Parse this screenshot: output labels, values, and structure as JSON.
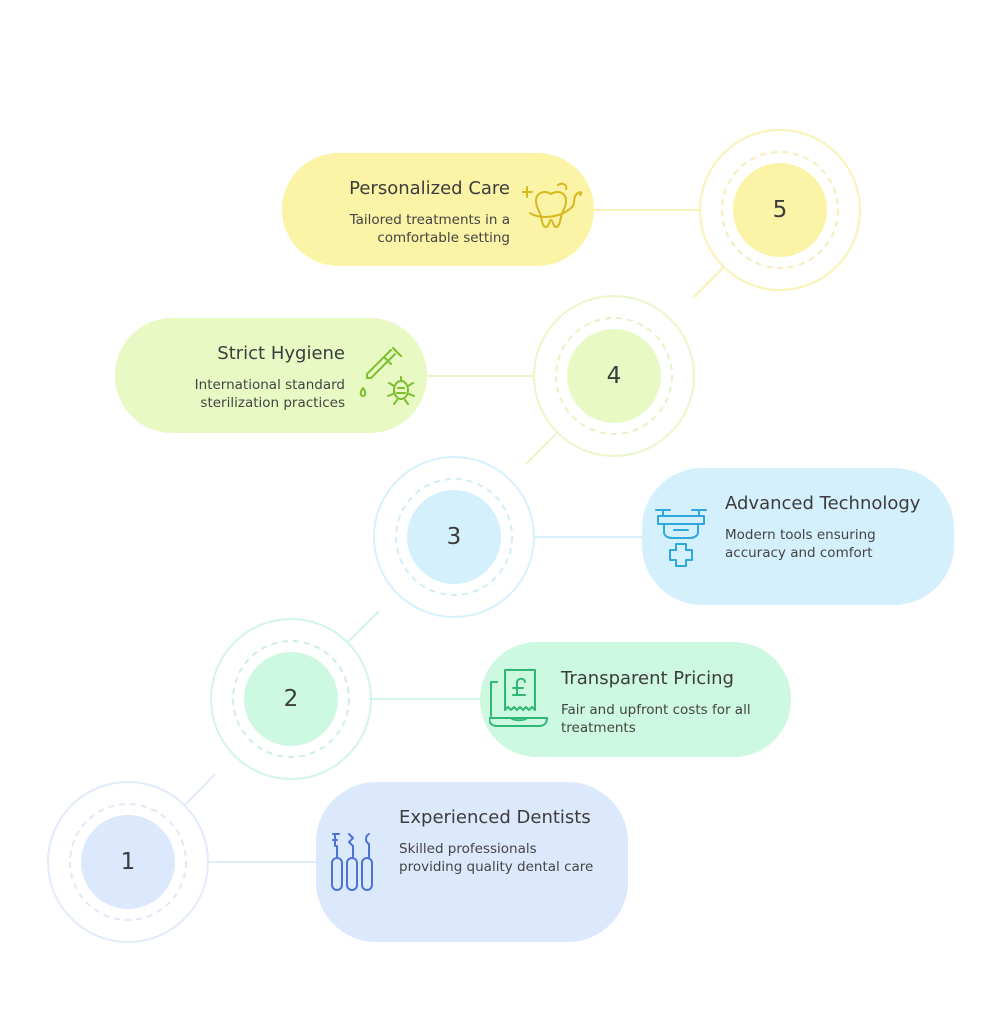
{
  "steps": [
    {
      "number": "1",
      "title": "Experienced Dentists",
      "description": "Skilled professionals providing quality dental care",
      "icon": "dental-tools-icon",
      "color": "#dce8fc",
      "stroke": "#4b74d6"
    },
    {
      "number": "2",
      "title": "Transparent Pricing",
      "description": "Fair and upfront costs for all treatments",
      "icon": "pound-invoice-icon",
      "color": "#cdf8e2",
      "stroke": "#2fb873"
    },
    {
      "number": "3",
      "title": "Advanced Technology",
      "description": "Modern tools ensuring accuracy and comfort",
      "icon": "medical-drone-icon",
      "color": "#d4f0fd",
      "stroke": "#2fa6dc"
    },
    {
      "number": "4",
      "title": "Strict Hygiene",
      "description": "International standard sterilization practices",
      "icon": "dropper-germ-icon",
      "color": "#e8f9c4",
      "stroke": "#7cbf2c"
    },
    {
      "number": "5",
      "title": "Personalized Care",
      "description": "Tailored treatments in a comfortable setting",
      "icon": "tooth-care-icon",
      "color": "#fbf4a6",
      "stroke": "#d6b71e"
    }
  ]
}
